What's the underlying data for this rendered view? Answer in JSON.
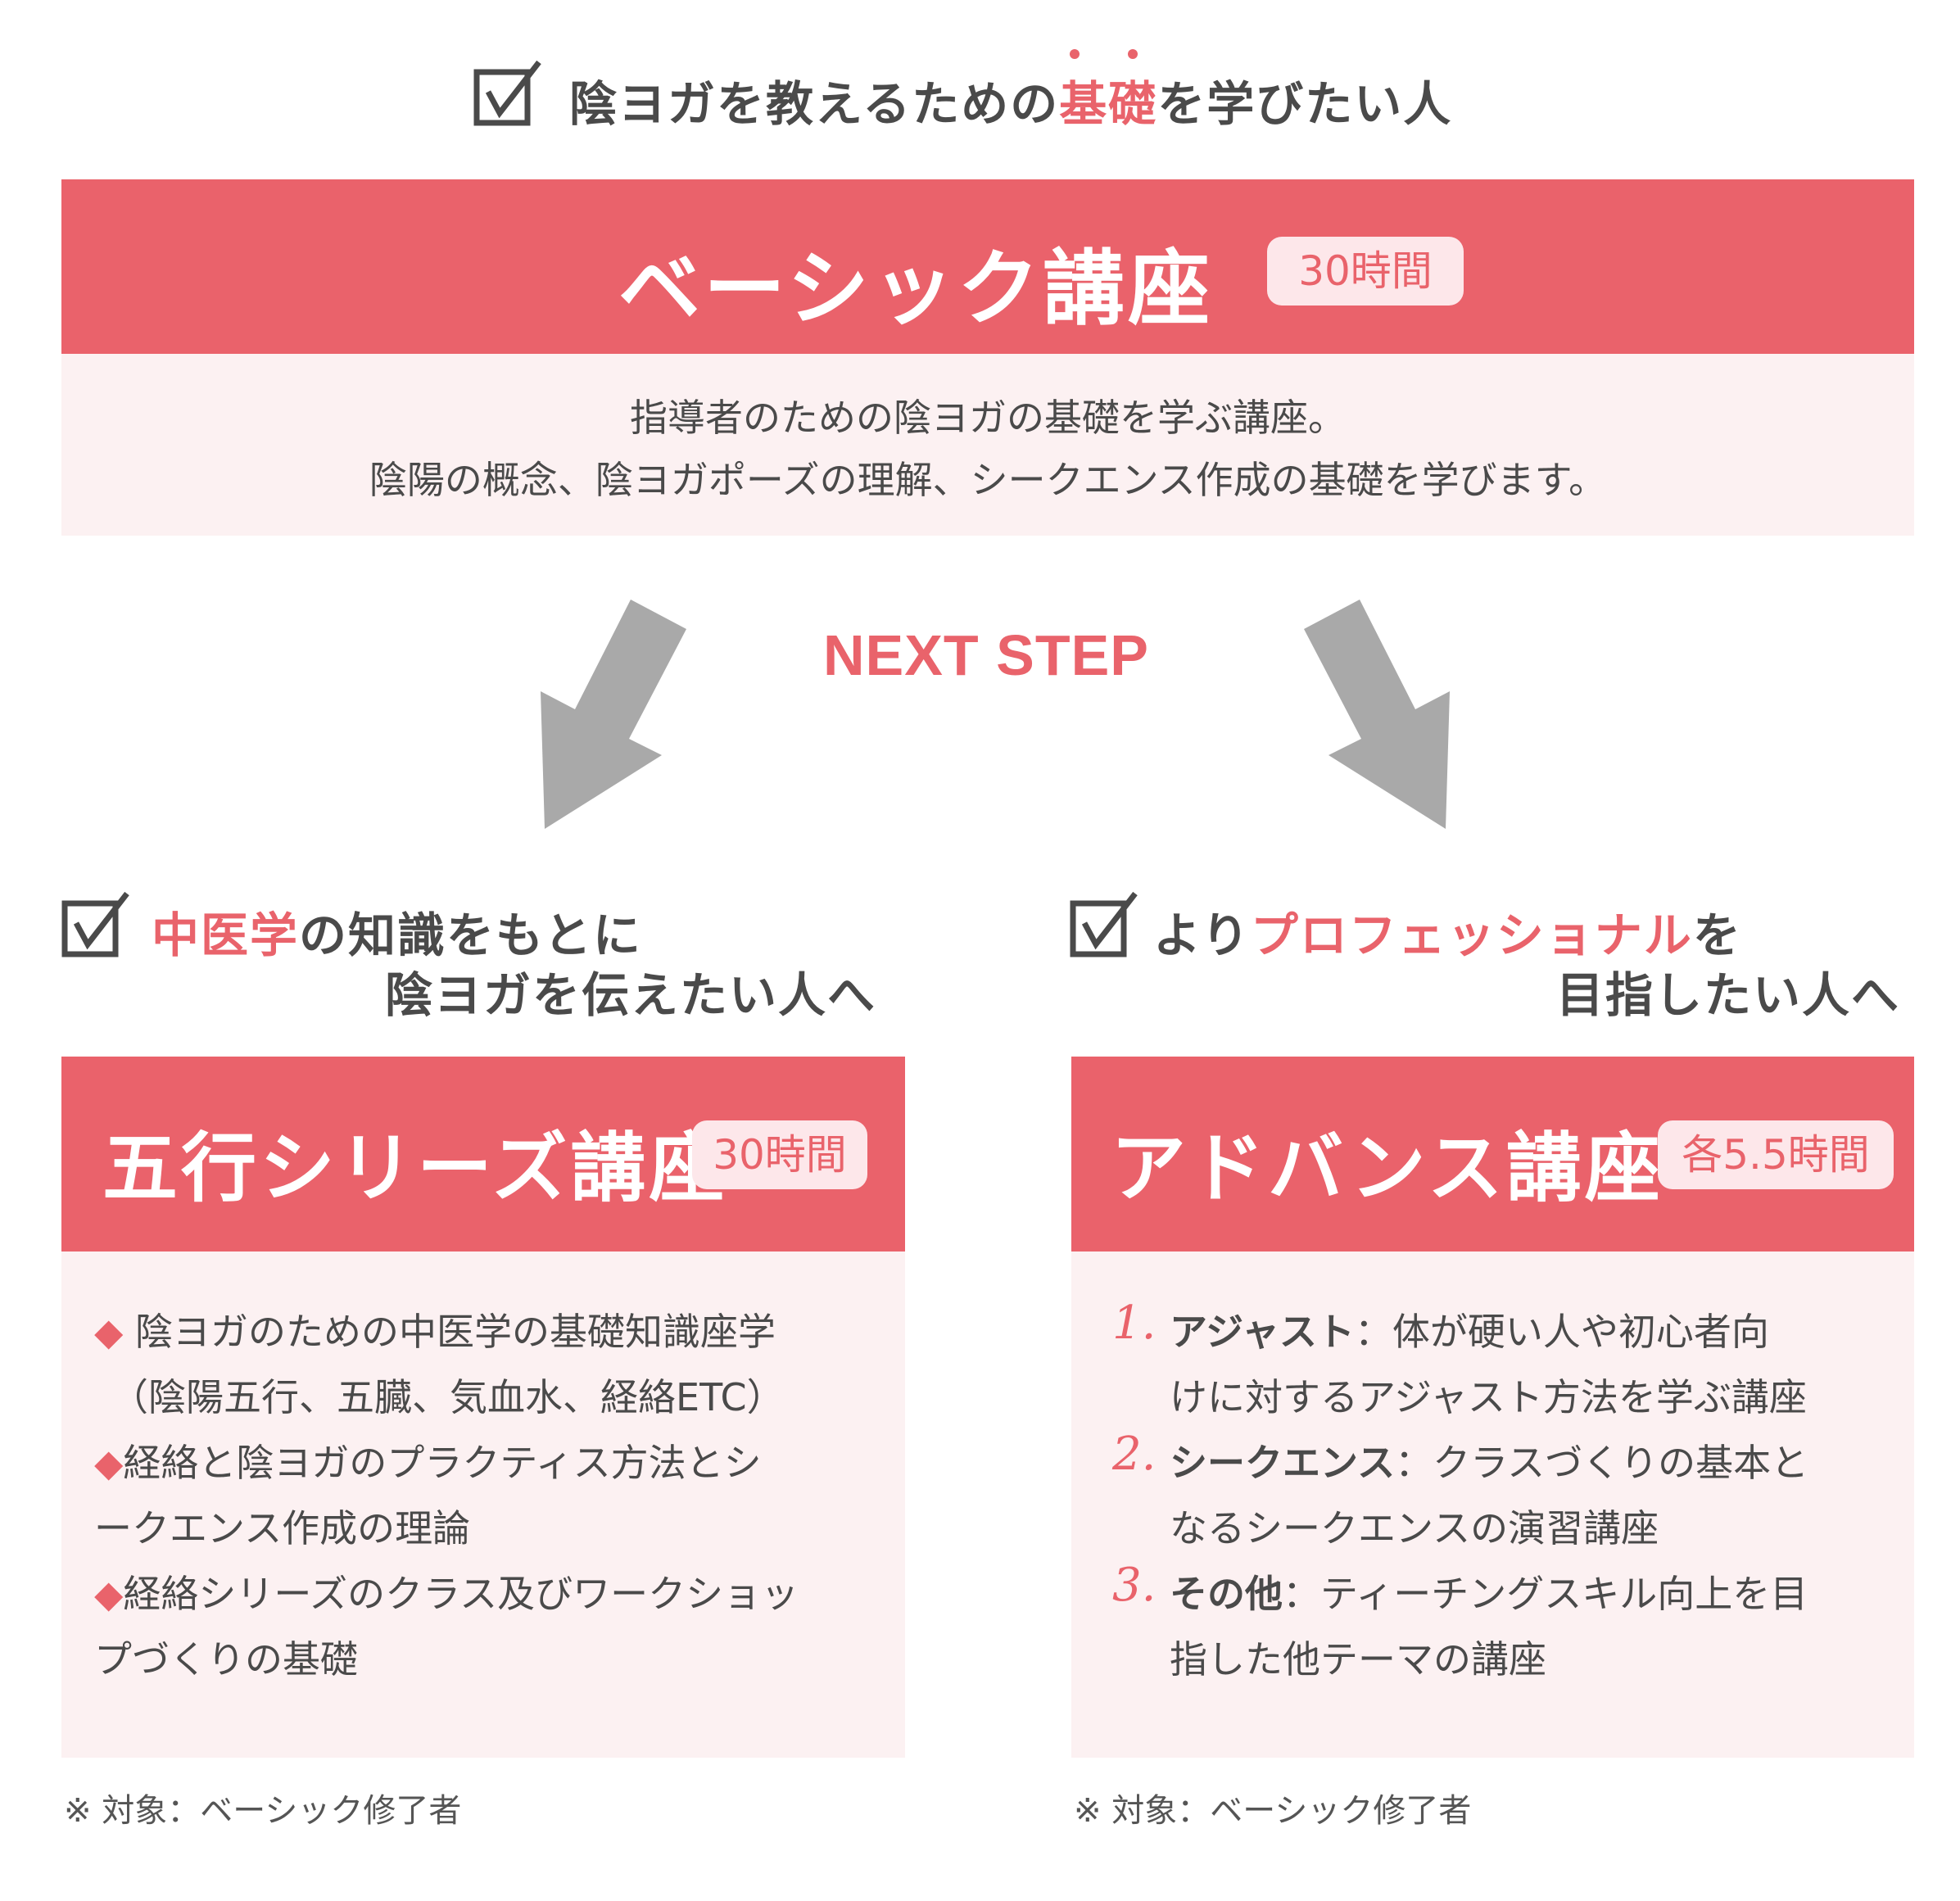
{
  "top": {
    "headline_pre": "陰ヨガを教えるための",
    "headline_hl": "基礎",
    "headline_post": "を学びたい人"
  },
  "basic": {
    "title": "ベーシック講座",
    "hours": "30時間",
    "desc": [
      "指導者のための陰ヨガの基礎を学ぶ講座。",
      "陰陽の概念、陰ヨガポーズの理解、シークエンス作成の基礎を学びます。"
    ]
  },
  "next_step": "NEXT STEP",
  "left": {
    "headline_hl": "中医学",
    "headline_l1_post": "の知識をもとに",
    "headline_l2": "陰ヨガを伝えたい人へ",
    "title": "五行シリーズ講座",
    "hours": "30時間",
    "diamond": "◆",
    "lines": [
      " 陰ヨガのための中医学の基礎知識座学",
      "（陰陽五行、五臓、気血水、経絡ETC）",
      "経絡と陰ヨガのプラクティス方法とシ",
      "ークエンス作成の理論",
      "経絡シリーズのクラス及びワークショッ",
      "プづくりの基礎"
    ],
    "note": "※ 対象：ベーシック修了者"
  },
  "right": {
    "headline_pre": "より",
    "headline_hl": "プロフェッショナル",
    "headline_l1_post": "を",
    "headline_l2": "目指したい人へ",
    "title": "アドバンス講座",
    "hours": "各5.5時間",
    "items": [
      {
        "num": "1.",
        "head": "アジャスト",
        "text1": "：体が硬い人や初心者向",
        "text2": "けに対するアジャスト方法を学ぶ講座"
      },
      {
        "num": "2.",
        "head": "シークエンス",
        "text1": "：クラスづくりの基本と",
        "text2": "なるシークエンスの演習講座"
      },
      {
        "num": "3.",
        "head": "その他",
        "text1": "：ティーチングスキル向上を目",
        "text2": "指した他テーマの講座"
      }
    ],
    "note": "※ 対象：ベーシック修了者"
  }
}
